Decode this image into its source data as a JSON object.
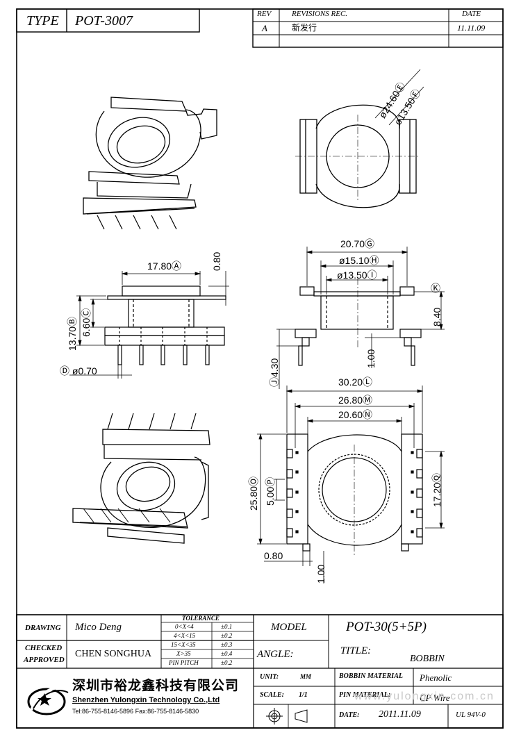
{
  "header": {
    "type_label": "TYPE",
    "type_value": "POT-3007",
    "rev_label": "REV",
    "revisions_label": "REVISIONS REC.",
    "date_label": "DATE",
    "rev_value": "A",
    "revision_text": "新发行",
    "revision_date": "11.11.09"
  },
  "dimensions": {
    "a": "17.80Ⓐ",
    "top_thk": "0.80",
    "b": "13.70Ⓑ",
    "c": "6.60Ⓒ",
    "d": "Ⓓ ø0.70",
    "e": "ø24.60Ⓔ",
    "f": "ø13.50Ⓕ",
    "g": "20.70Ⓖ",
    "h": "ø15.10Ⓗ",
    "i": "ø13.50Ⓘ",
    "k": "Ⓚ",
    "k_val": "8.40",
    "j": "Ⓙ4.30",
    "pin_len": "1.00",
    "l": "30.20Ⓛ",
    "m": "26.80Ⓜ",
    "n": "20.60Ⓝ",
    "o": "25.80Ⓞ",
    "p": "5.00Ⓟ",
    "q": "17.20Ⓠ",
    "bottom_w": "0.80",
    "bottom_h": "1.00"
  },
  "title_block": {
    "drawing_label": "DRAWING",
    "drawing_value": "Mico Deng",
    "checked_label": "CHECKED",
    "approved_label": "APPROVED",
    "checked_value": "CHEN SONGHUA",
    "tolerance_title": "TOLERANCE",
    "tolerance_rows": [
      {
        "range": "0<X<4",
        "tol": "±0.1"
      },
      {
        "range": "4<X<15",
        "tol": "±0.2"
      },
      {
        "range": "15<X<35",
        "tol": "±0.3"
      },
      {
        "range": "X>35",
        "tol": "±0.4"
      },
      {
        "range": "PIN PITCH",
        "tol": "±0.2"
      }
    ],
    "model_label": "MODEL",
    "model_value": "POT-30(5+5P)",
    "angle_label": "ANGLE:",
    "title_label": "TITLE:",
    "title_value": "BOBBIN",
    "company_cn": "深圳市裕龙鑫科技有限公司",
    "company_en": "Shenzhen Yulongxin Technology Co.,Ltd",
    "company_contact": "Tel:86-755-8146-5896  Fax:86-755-8146-5830",
    "unit_label": "UNIT:",
    "unit_value": "MM",
    "scale_label": "SCALE:",
    "scale_value": "1/1",
    "bobbin_material_label": "BOBBIN MATERIAL",
    "bobbin_material_value": "Phenolic",
    "pin_material_label": "PIN MATERIAL:",
    "pin_material_value": "CP Wire",
    "date_label": "DATE:",
    "date_value": "2011.11.09",
    "ul_value": "UL 94V-0",
    "watermark": "www.yulongxin.com.cn"
  }
}
